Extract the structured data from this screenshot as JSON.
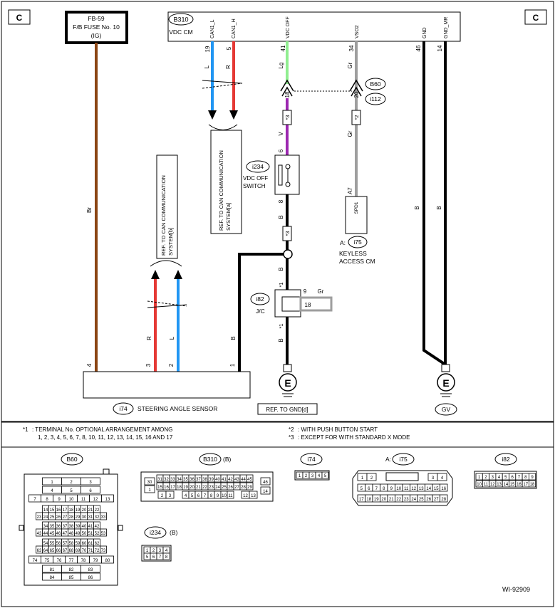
{
  "corner_marks": [
    "C",
    "C"
  ],
  "fuse": {
    "line1": "FB-59",
    "line2": "F/B FUSE No. 10",
    "line3": "(IG)"
  },
  "vdc_cm": {
    "code": "B310",
    "name": "VDC CM",
    "pins": [
      {
        "no": "19",
        "signal": "CAN1_L",
        "color": "L"
      },
      {
        "no": "5",
        "signal": "CAN1_H",
        "color": "R"
      },
      {
        "no": "41",
        "signal": "VDC OFF",
        "color": "Lg"
      },
      {
        "no": "34",
        "signal": "VSO2",
        "color": "Gr"
      },
      {
        "no": "46",
        "signal": "GND",
        "color": "B"
      },
      {
        "no": "14",
        "signal": "GND_MR",
        "color": "B"
      }
    ]
  },
  "wire_colors": {
    "brown": "Br",
    "violet": "V",
    "black": "B",
    "gray": "Gr",
    "red": "R",
    "blue": "L"
  },
  "ref_can_a": "REF. TO CAN COMMUNICATION SYSTEM[a]",
  "ref_can_b": "REF. TO CAN COMMUNICATION SYSTEM[b]",
  "connector_b60": {
    "code": "B60",
    "second": "i112",
    "pin": "20"
  },
  "connector_18": "18",
  "notes_mark": [
    "*3",
    "*2",
    "*3",
    "*1",
    "*1"
  ],
  "switch": {
    "code": "i234",
    "name1": "VDC OFF",
    "name2": "SWITCH",
    "pin_top": "6",
    "pin_bottom": "8"
  },
  "keyless": {
    "prefix": "A:",
    "code": "i75",
    "name1": "KEYLESS",
    "name2": "ACCESS CM",
    "pin": "A7",
    "signal": "SPD1"
  },
  "jc": {
    "code": "i82",
    "name": "J/C",
    "pin9": "9",
    "pin9_color": "Gr",
    "pin18": "18"
  },
  "sensor": {
    "code": "i74",
    "name": "STEERING ANGLE SENSOR",
    "pins": [
      "4",
      "3",
      "2",
      "1"
    ]
  },
  "ground": {
    "symbol": "E",
    "ref": "REF. TO GND[d]",
    "gv": "GV"
  },
  "footnotes": {
    "n1_mark": "*1",
    "n1_line1": ": TERMINAL No. OPTIONAL ARRANGEMENT AMONG",
    "n1_line2": "1, 2, 3, 4, 5, 6, 7, 8, 10, 11, 12, 13, 14, 15, 16 AND 17",
    "n2_mark": "*2",
    "n2": ": WITH PUSH BUTTON START",
    "n3_mark": "*3",
    "n3": ": EXCEPT FOR WITH STANDARD X MODE"
  },
  "connector_views": {
    "b60": {
      "code": "B60",
      "rows": [
        [
          "1",
          "2",
          "3"
        ],
        [
          "4",
          "5",
          "6"
        ],
        [
          "7",
          "8",
          "9",
          "10",
          "11",
          "12",
          "13"
        ],
        [
          "14",
          "15",
          "16",
          "17",
          "18",
          "19",
          "20",
          "21",
          "22"
        ],
        [
          "23",
          "24",
          "25",
          "26",
          "27",
          "28",
          "29",
          "30",
          "31",
          "32",
          "33"
        ],
        [
          "34",
          "35",
          "36",
          "37",
          "38",
          "39",
          "40",
          "41",
          "42"
        ],
        [
          "43",
          "44",
          "45",
          "46",
          "47",
          "48",
          "49",
          "50",
          "51",
          "52",
          "53"
        ],
        [
          "54",
          "55",
          "56",
          "57",
          "58",
          "59",
          "60",
          "61",
          "62"
        ],
        [
          "63",
          "64",
          "65",
          "66",
          "67",
          "68",
          "69",
          "70",
          "71",
          "72",
          "73"
        ],
        [
          "74",
          "75",
          "76",
          "77",
          "78",
          "79",
          "80"
        ],
        [
          "81",
          "82",
          "83"
        ],
        [
          "84",
          "85",
          "86"
        ]
      ]
    },
    "b310": {
      "code": "B310",
      "suffix": "(B)",
      "row1": [
        "31",
        "32",
        "33",
        "34",
        "35",
        "36",
        "37",
        "38",
        "39",
        "40",
        "41",
        "42",
        "43",
        "44",
        "45"
      ],
      "row2": [
        "15",
        "16",
        "17",
        "18",
        "19",
        "20",
        "21",
        "22",
        "23",
        "24",
        "25",
        "26",
        "27",
        "28",
        "29"
      ],
      "row3": [
        "4",
        "5",
        "6",
        "7",
        "8",
        "9",
        "10",
        "11"
      ],
      "left1": "30",
      "left2": "1",
      "left3": [
        "2",
        "3"
      ],
      "right1": "46",
      "right2": "14",
      "right3": [
        "12",
        "13"
      ]
    },
    "i74": {
      "code": "i74",
      "pins": [
        "1",
        "2",
        "3",
        "4",
        "5"
      ]
    },
    "i75": {
      "prefix": "A:",
      "code": "i75",
      "row1": [
        "1",
        "2",
        "3",
        "4"
      ],
      "row2": [
        "5",
        "6",
        "7",
        "8",
        "9",
        "10",
        "11",
        "12",
        "13",
        "14",
        "15",
        "16"
      ],
      "row3": [
        "17",
        "18",
        "19",
        "20",
        "21",
        "22",
        "23",
        "24",
        "25",
        "26",
        "27",
        "28"
      ]
    },
    "i82": {
      "code": "i82",
      "row1": [
        "1",
        "2",
        "3",
        "4",
        "5",
        "6",
        "7",
        "8",
        "9"
      ],
      "row2": [
        "10",
        "11",
        "12",
        "13",
        "14",
        "15",
        "16",
        "17",
        "18"
      ]
    },
    "i234": {
      "code": "i234",
      "suffix": "(B)",
      "row1": [
        "1",
        "2",
        "3",
        "4"
      ],
      "row2": [
        "5",
        "6",
        "7",
        "8"
      ]
    }
  },
  "figure_id": "WI-92909"
}
